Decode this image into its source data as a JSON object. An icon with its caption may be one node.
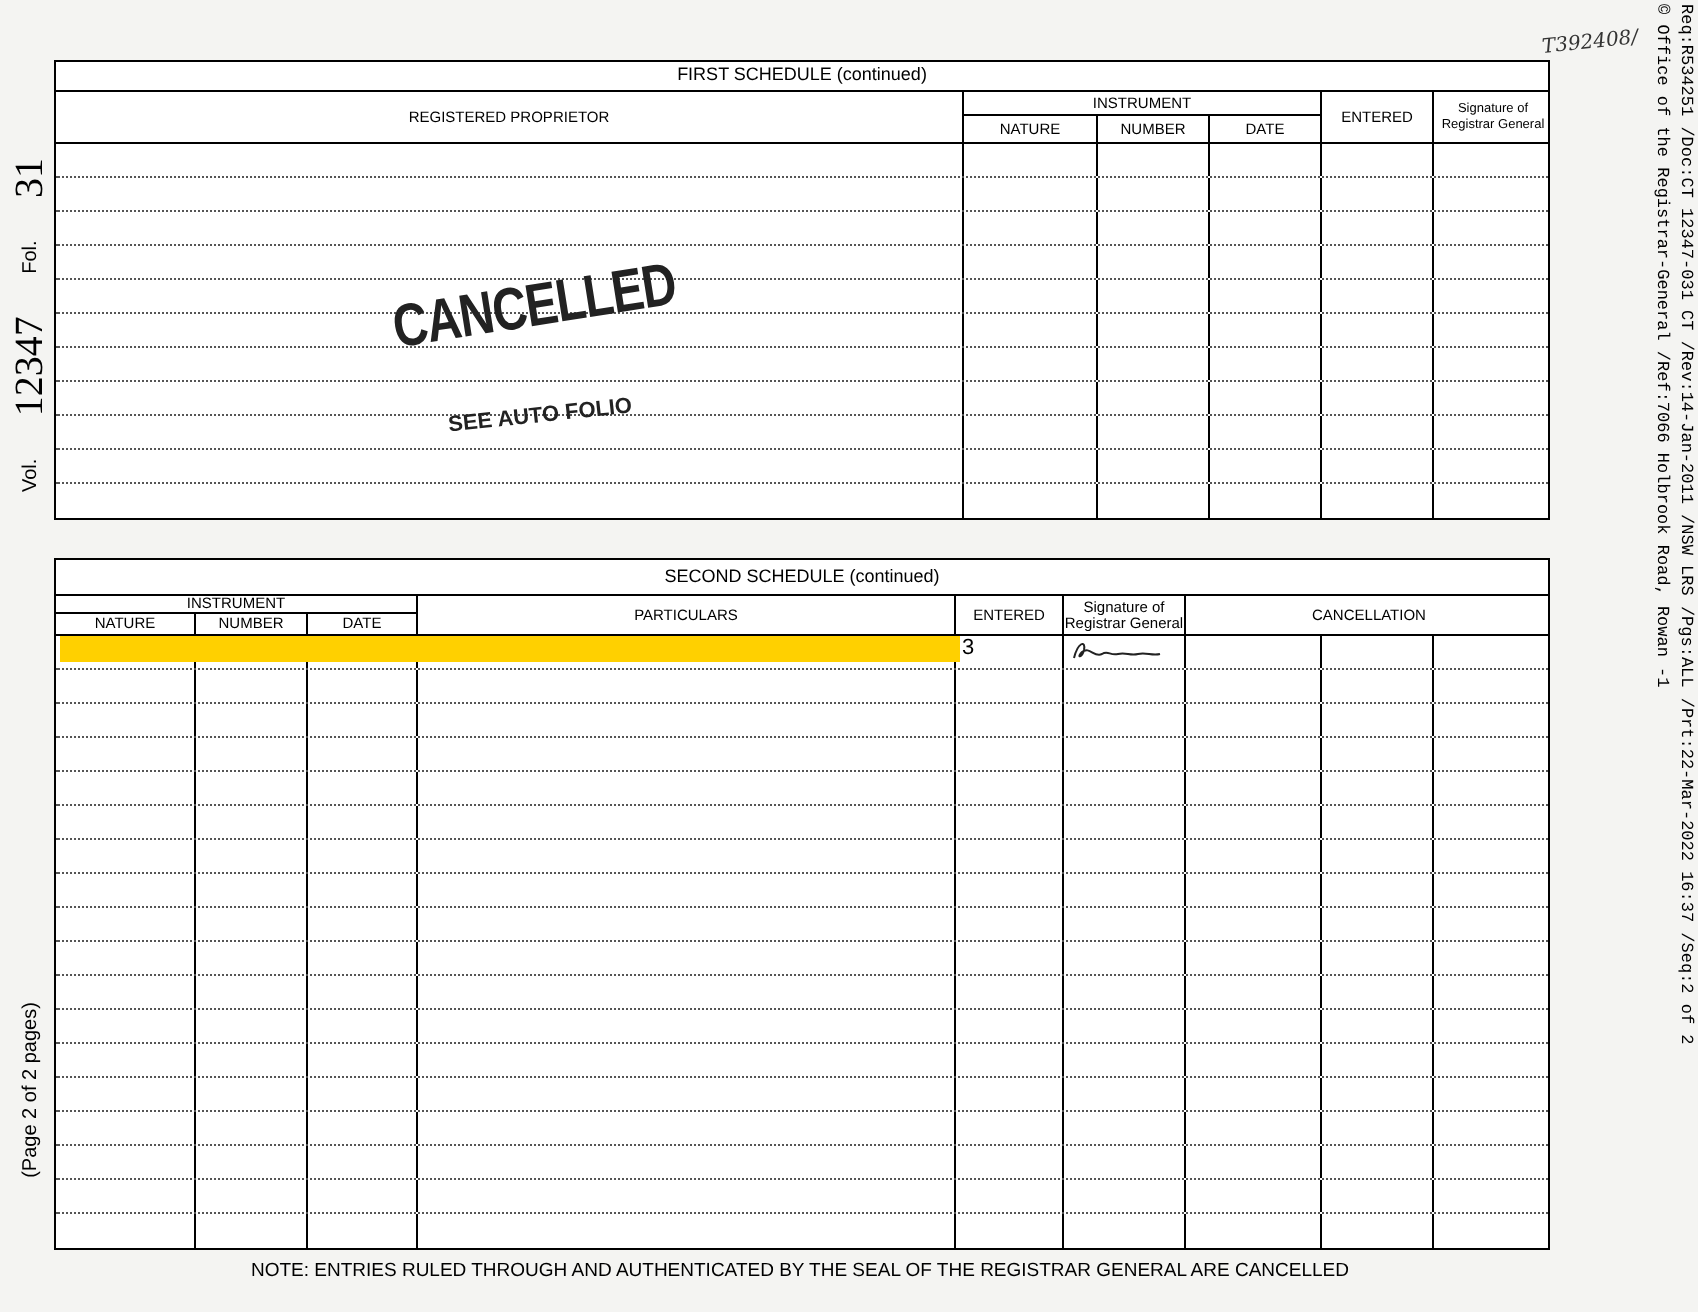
{
  "diagram": {
    "labels": [
      "T392408/",
      "Req:R534251 /Doc:CT 12347-031 CT /Rev:14-Jan-2011 /NSW LRS /Pgs:ALL /Prt:22-Mar-2022 16:37 /Seq:2 of 2",
      "© Office of the Registrar-General /Ref:7066 Holbrook Road, Rowan -1",
      "FIRST SCHEDULE (continued)",
      "REGISTERED PROPRIETOR",
      "INSTRUMENT",
      "NATURE",
      "NUMBER",
      "DATE",
      "ENTERED",
      "Signature of Registrar General",
      "Vol.",
      "12347",
      "Fol.",
      "31",
      "CANCELLED",
      "SEE AUTO FOLIO",
      "SECOND SCHEDULE (continued)",
      "INSTRUMENT",
      "NATURE",
      "NUMBER",
      "DATE",
      "PARTICULARS",
      "ENTERED",
      "Signature of Registrar General",
      "CANCELLATION",
      "3",
      "(Page 2 of 2 pages)",
      "NOTE: ENTRIES RULED THROUGH AND AUTHENTICATED BY THE SEAL OF THE REGISTRAR GENERAL ARE CANCELLED"
    ]
  }
}
